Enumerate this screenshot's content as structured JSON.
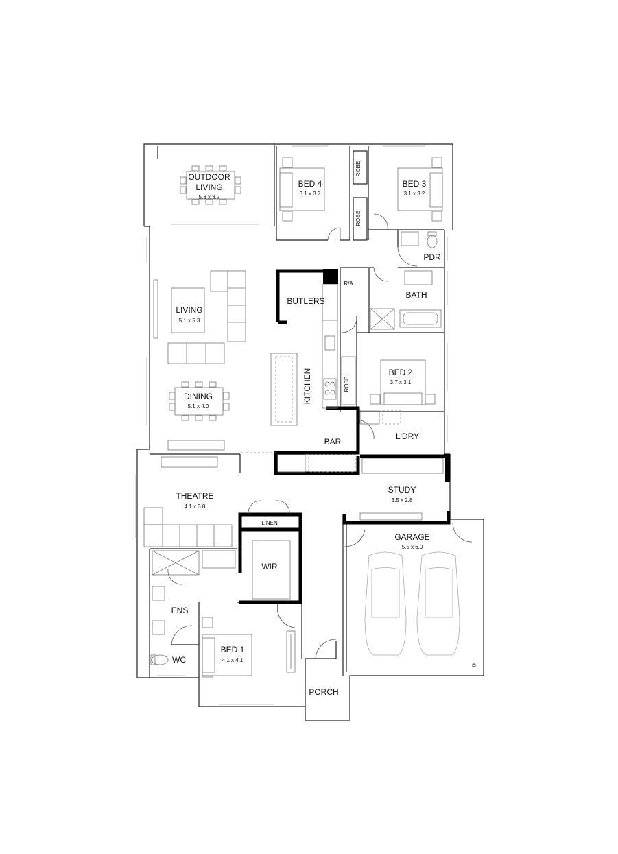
{
  "rooms": {
    "outdoor_living": {
      "line1": "OUTDOOR",
      "line2": "LIVING",
      "dim": "5.3 x 3.2"
    },
    "bed4": {
      "name": "BED 4",
      "dim": "3.1 x 3.7"
    },
    "bed3": {
      "name": "BED 3",
      "dim": "3.1 x 3.2"
    },
    "robe_a": "ROBE",
    "robe_b": "ROBE",
    "robe_c": "ROBE",
    "pdr": "PDR",
    "ra": "R/A",
    "butlers": "BUTLERS",
    "bath": "BATH",
    "living": {
      "name": "LIVING",
      "dim": "5.1 x 5.3"
    },
    "kitchen": "KITCHEN",
    "bed2": {
      "name": "BED 2",
      "dim": "3.7 x 3.1"
    },
    "dining": {
      "name": "DINING",
      "dim": "5.1 x 4.0"
    },
    "bar": "BAR",
    "laundry": "L'DRY",
    "theatre": {
      "name": "THEATRE",
      "dim": "4.1 x 3.8"
    },
    "study": {
      "name": "STUDY",
      "dim": "3.5 x 2.8"
    },
    "linen": "LINEN",
    "garage": {
      "name": "GARAGE",
      "dim": "5.5 x 6.0"
    },
    "wir": "WIR",
    "ens": "ENS",
    "bed1": {
      "name": "BED 1",
      "dim": "4.1 x 4.1"
    },
    "wc": "WC",
    "porch": "PORCH",
    "copyright": "©"
  }
}
